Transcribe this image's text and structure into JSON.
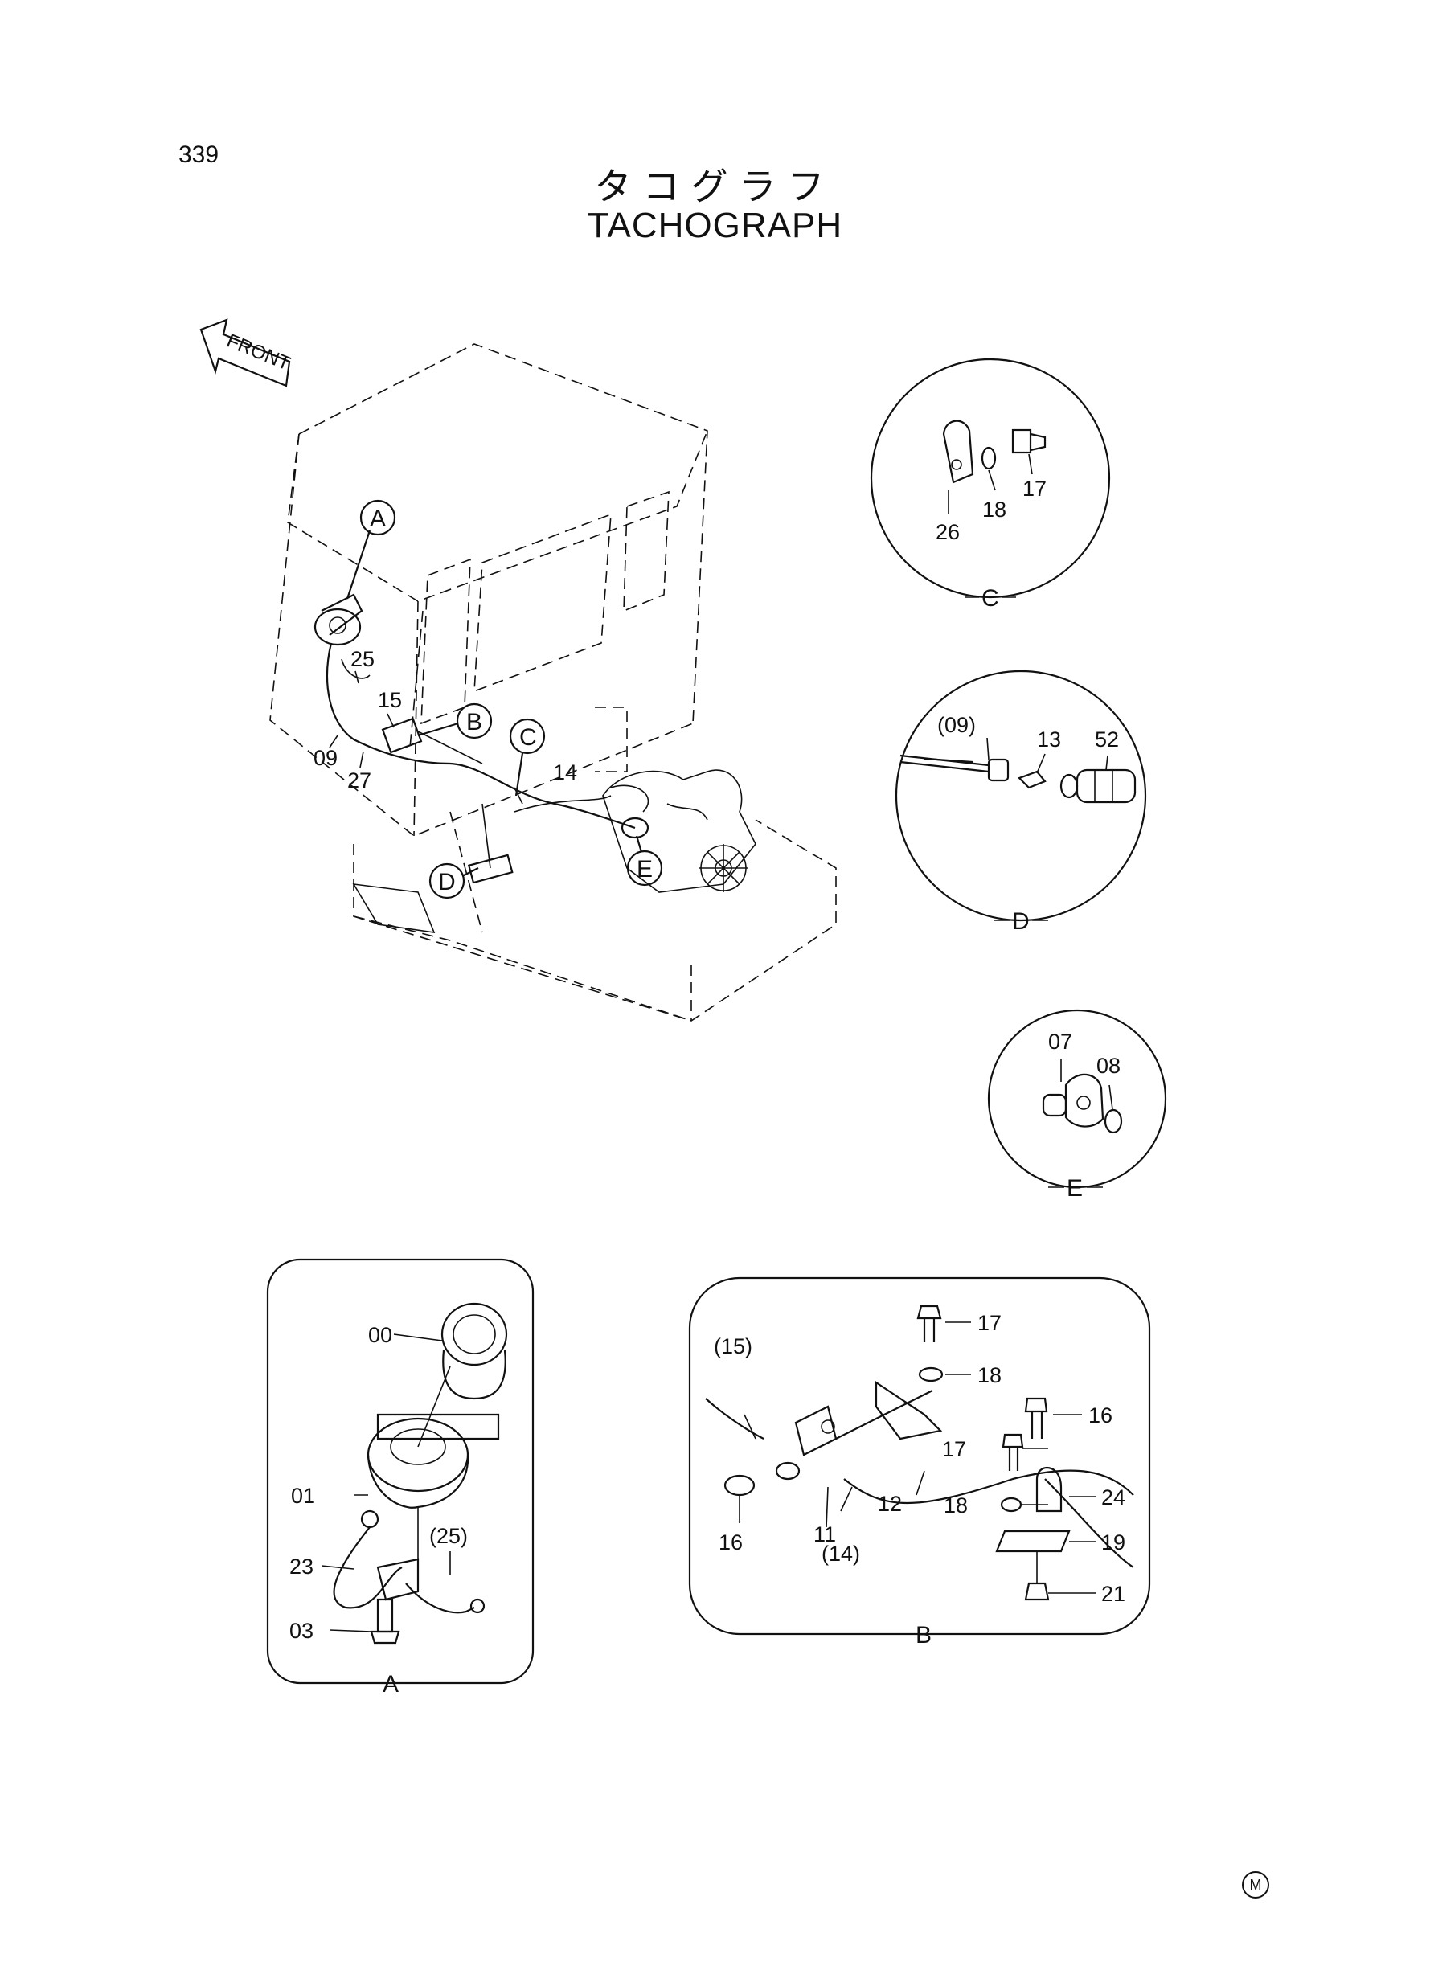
{
  "page_number": "339",
  "title_jp": "タコグラフ",
  "title_en": "TACHOGRAPH",
  "front_arrow_label": "FRONT",
  "footer_mark": "M",
  "main_view": {
    "callouts": [
      "A",
      "B",
      "C",
      "D",
      "E"
    ],
    "part_labels": {
      "p25": "25",
      "p15": "15",
      "p09": "09",
      "p27": "27",
      "p14": "14"
    }
  },
  "detail_c": {
    "caption": "C",
    "labels": {
      "p26": "26",
      "p18": "18",
      "p17": "17"
    }
  },
  "detail_d": {
    "caption": "D",
    "labels": {
      "p09": "(09)",
      "p13": "13",
      "p52": "52"
    }
  },
  "detail_e": {
    "caption": "E",
    "labels": {
      "p07": "07",
      "p08": "08"
    }
  },
  "detail_a": {
    "caption": "A",
    "labels": {
      "p00": "00",
      "p01": "01",
      "p23": "23",
      "p25": "(25)",
      "p03": "03"
    }
  },
  "detail_b": {
    "caption": "B",
    "labels": {
      "p17a": "17",
      "p18a": "18",
      "p15": "(15)",
      "p16a": "16",
      "p17b": "17",
      "p12": "12",
      "p18b": "18",
      "p24": "24",
      "p16b": "16",
      "p11": "11",
      "p14": "(14)",
      "p19": "19",
      "p21": "21"
    }
  }
}
